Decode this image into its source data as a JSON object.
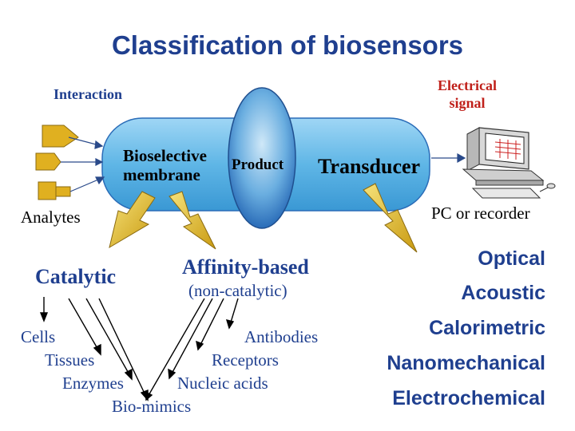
{
  "title": "Classification of biosensors",
  "labels": {
    "interaction": "Interaction",
    "electrical_signal": "Electrical\nsignal",
    "analytes": "Analytes",
    "pc_or_recorder": "PC or recorder",
    "bioselective_membrane": "Bioselective\nmembrane",
    "product": "Product",
    "transducer": "Transducer"
  },
  "categories": {
    "catalytic": {
      "heading": "Catalytic",
      "items": [
        "Cells",
        "Tissues",
        "Enzymes"
      ]
    },
    "affinity": {
      "heading": "Affinity-based",
      "subheading": "(non-catalytic)",
      "items": [
        "Antibodies",
        "Receptors",
        "Nucleic acids",
        "Bio-mimics"
      ]
    },
    "transducer_types": [
      "Optical",
      "Acoustic",
      "Calorimetric",
      "Nanomechanical",
      "Electrochemical"
    ]
  },
  "colors": {
    "title": "#1f3f8f",
    "signal_label": "#c0201a",
    "arrow_fill": "#e8c21a",
    "cell_body": "#5fb6e6",
    "membrane": "#3a88d0",
    "analyte": "#e0b020"
  },
  "icons": {
    "analyte_shapes": "analyte-icon",
    "computer": "computer-icon"
  }
}
